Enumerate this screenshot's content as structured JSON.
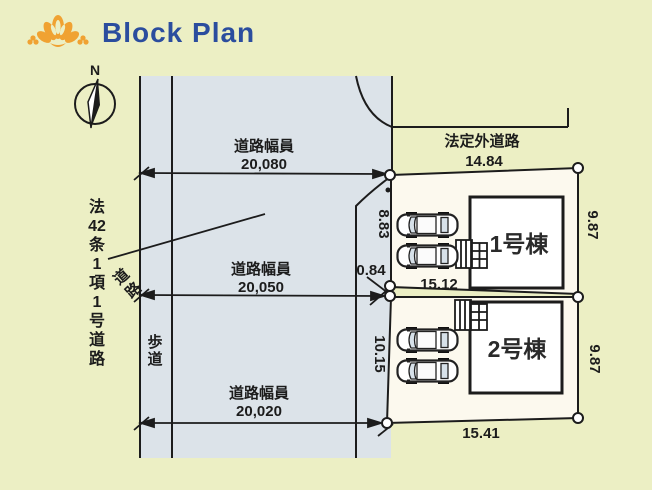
{
  "header": {
    "title": "Block Plan"
  },
  "compass": {
    "north_label": "N"
  },
  "road": {
    "legal_label": "法42条1項1号道路",
    "legal_segments": [
      "法",
      "42",
      "条",
      "1",
      "項",
      "1",
      "号",
      "道",
      "路"
    ],
    "road_label": "道路",
    "road_label_segments": [
      "道",
      "路"
    ],
    "sidewalk_label": "歩道",
    "sidewalk_segments": [
      "歩",
      "道"
    ],
    "widths": [
      {
        "caption": "道路幅員",
        "value": "20,080"
      },
      {
        "caption": "道路幅員",
        "value": "20,050"
      },
      {
        "caption": "道路幅員",
        "value": "20,020"
      }
    ],
    "side_road": {
      "label": "法定外道路",
      "length": "14.84"
    }
  },
  "lots": {
    "lot1": {
      "name": "1号棟",
      "south": "15.12",
      "east": "9.87",
      "west_upper": "8.83",
      "west_gap": "0.84"
    },
    "lot2": {
      "name": "2号棟",
      "south": "15.41",
      "east": "9.87",
      "west": "10.15"
    }
  },
  "colors": {
    "background": "#ecefc4",
    "road_gray": "#dce3e9",
    "lot_cream": "#fcf9ee",
    "building_white": "#ffffff",
    "brand_blue": "#2b4d9e",
    "logo_orange": "#f0a232",
    "line_black": "#1c1c1c"
  }
}
